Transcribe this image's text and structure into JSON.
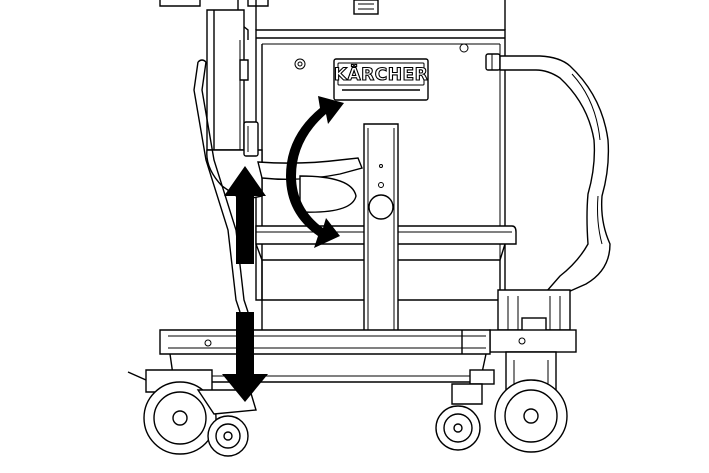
{
  "diagram": {
    "brand_logo": "KÄRCHER",
    "colors": {
      "line": "#000000",
      "background": "#ffffff",
      "arrow_fill": "#000000"
    },
    "arrows": [
      {
        "name": "rotate-arc-arrow",
        "meaning": "rotate"
      },
      {
        "name": "up-arrow",
        "meaning": "lift"
      },
      {
        "name": "down-arrow",
        "meaning": "lower"
      }
    ]
  }
}
